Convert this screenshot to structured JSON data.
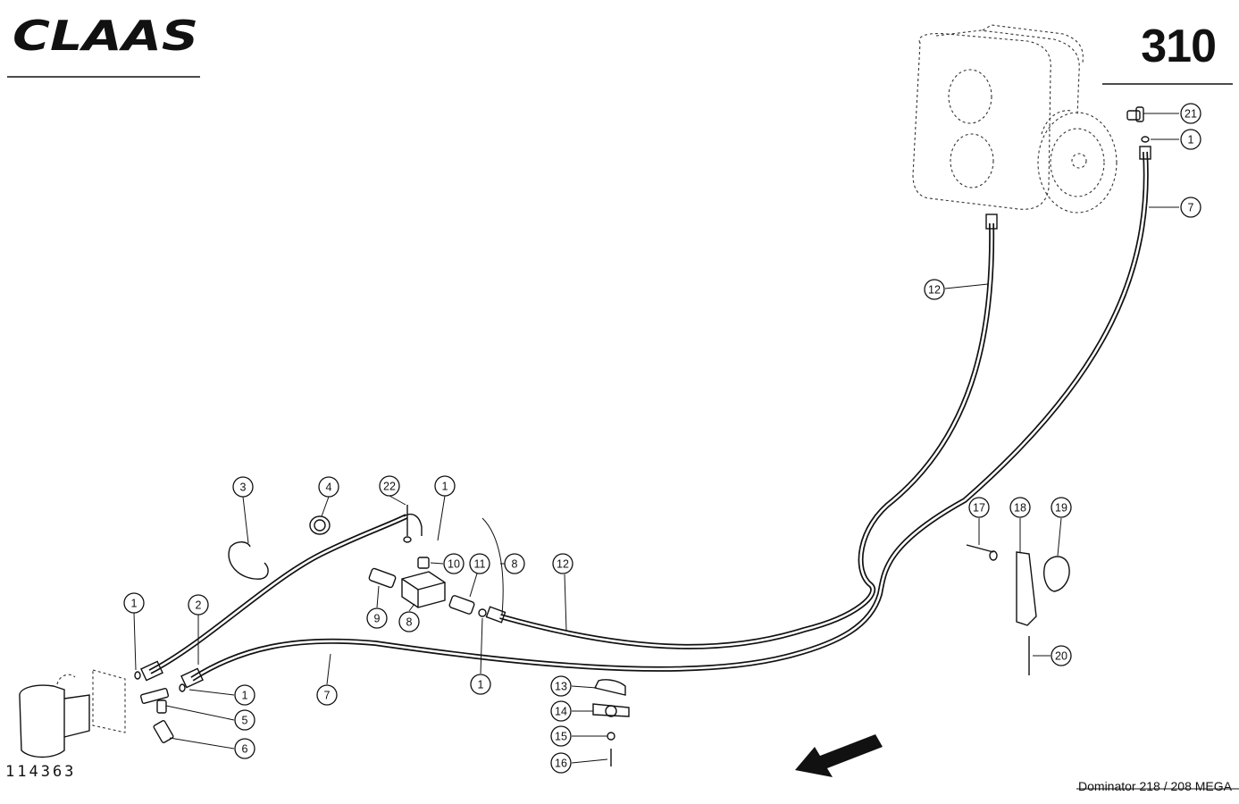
{
  "header": {
    "brand": "CLAAS",
    "page_number": "310"
  },
  "footer": {
    "drawing_number": "114363",
    "model": "Dominator 218 / 208 MEGA"
  },
  "callouts": [
    {
      "id": "c1a",
      "label": "21"
    },
    {
      "id": "c1b",
      "label": "1"
    },
    {
      "id": "c1c",
      "label": "7"
    },
    {
      "id": "c1d",
      "label": "12"
    },
    {
      "id": "c2a",
      "label": "3"
    },
    {
      "id": "c2b",
      "label": "4"
    },
    {
      "id": "c2c",
      "label": "22"
    },
    {
      "id": "c2d",
      "label": "1"
    },
    {
      "id": "c2e",
      "label": "10"
    },
    {
      "id": "c2f",
      "label": "11"
    },
    {
      "id": "c2g",
      "label": "8"
    },
    {
      "id": "c2h",
      "label": "12"
    },
    {
      "id": "c3a",
      "label": "9"
    },
    {
      "id": "c3b",
      "label": "8"
    },
    {
      "id": "c3c",
      "label": "1"
    },
    {
      "id": "c3d",
      "label": "2"
    },
    {
      "id": "c3e",
      "label": "1"
    },
    {
      "id": "c3f",
      "label": "7"
    },
    {
      "id": "c3g",
      "label": "1"
    },
    {
      "id": "c3h",
      "label": "5"
    },
    {
      "id": "c3i",
      "label": "6"
    },
    {
      "id": "c4a",
      "label": "13"
    },
    {
      "id": "c4b",
      "label": "14"
    },
    {
      "id": "c4c",
      "label": "15"
    },
    {
      "id": "c4d",
      "label": "16"
    },
    {
      "id": "c5a",
      "label": "17"
    },
    {
      "id": "c5b",
      "label": "18"
    },
    {
      "id": "c5c",
      "label": "19"
    },
    {
      "id": "c5d",
      "label": "20"
    }
  ]
}
